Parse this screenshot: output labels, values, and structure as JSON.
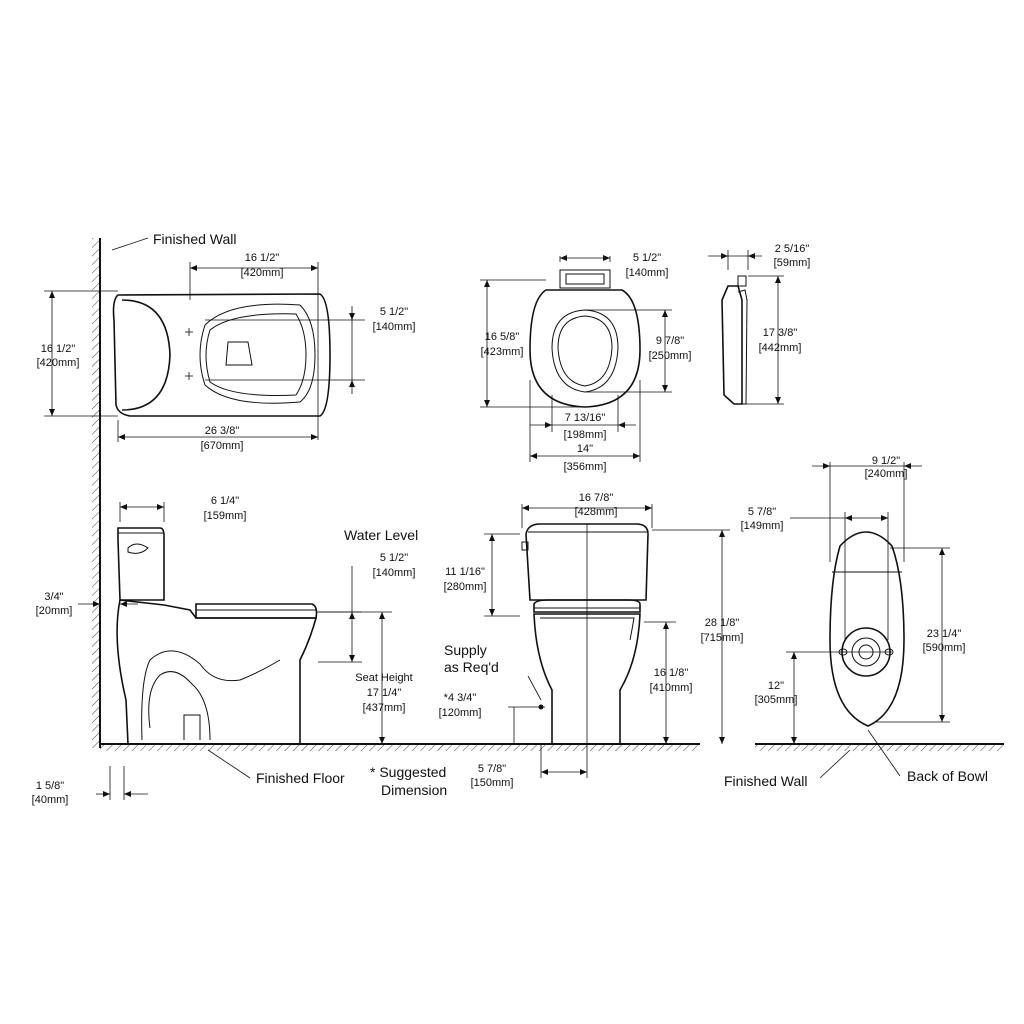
{
  "callouts": {
    "finished_wall_top": "Finished Wall",
    "water_level": "Water Level",
    "supply_line1": "Supply",
    "supply_line2": "as Req'd",
    "finished_floor": "Finished Floor",
    "suggested_line1": "* Suggested",
    "suggested_line2": "Dimension",
    "finished_wall_bottom": "Finished Wall",
    "back_of_bowl": "Back of Bowl",
    "seat_height": "Seat Height"
  },
  "dimensions": {
    "top_plan_width": {
      "imperial": "16 1/2\"",
      "metric": "[420mm]"
    },
    "top_plan_height": {
      "imperial": "16 1/2\"",
      "metric": "[420mm]"
    },
    "top_plan_bolt_spacing": {
      "imperial": "5 1/2\"",
      "metric": "[140mm]"
    },
    "top_plan_length": {
      "imperial": "26 3/8\"",
      "metric": "[670mm]"
    },
    "seat_hinge_width": {
      "imperial": "5 1/2\"",
      "metric": "[140mm]"
    },
    "seat_length": {
      "imperial": "16 5/8\"",
      "metric": "[423mm]"
    },
    "seat_opening_length": {
      "imperial": "9 7/8\"",
      "metric": "[250mm]"
    },
    "seat_opening_width": {
      "imperial": "7 13/16\"",
      "metric": "[198mm]"
    },
    "seat_width": {
      "imperial": "14\"",
      "metric": "[356mm]"
    },
    "seat_profile_depth": {
      "imperial": "2 5/16\"",
      "metric": "[59mm]"
    },
    "seat_profile_length": {
      "imperial": "17 3/8\"",
      "metric": "[442mm]"
    },
    "tank_depth": {
      "imperial": "6 1/4\"",
      "metric": "[159mm]"
    },
    "wall_gap": {
      "imperial": "3/4\"",
      "metric": "[20mm]"
    },
    "water_level": {
      "imperial": "5 1/2\"",
      "metric": "[140mm]"
    },
    "seat_height": {
      "imperial": "17 1/4\"",
      "metric": "[437mm]"
    },
    "base_offset": {
      "imperial": "1 5/8\"",
      "metric": "[40mm]"
    },
    "front_width": {
      "imperial": "16 7/8\"",
      "metric": "[428mm]"
    },
    "tank_height": {
      "imperial": "11 1/16\"",
      "metric": "[280mm]"
    },
    "overall_height": {
      "imperial": "28 1/8\"",
      "metric": "[715mm]"
    },
    "rim_height": {
      "imperial": "16 1/8\"",
      "metric": "[410mm]"
    },
    "supply_height": {
      "imperial": "*4 3/4\"",
      "metric": "[120mm]"
    },
    "supply_offset": {
      "imperial": "5 7/8\"",
      "metric": "[150mm]"
    },
    "bottom_width": {
      "imperial": "9 1/2\"",
      "metric": "[240mm]"
    },
    "bottom_hole_spacing": {
      "imperial": "5 7/8\"",
      "metric": "[149mm]"
    },
    "bottom_length": {
      "imperial": "23 1/4\"",
      "metric": "[590mm]"
    },
    "rough_in": {
      "imperial": "12\"",
      "metric": "[305mm]"
    }
  }
}
